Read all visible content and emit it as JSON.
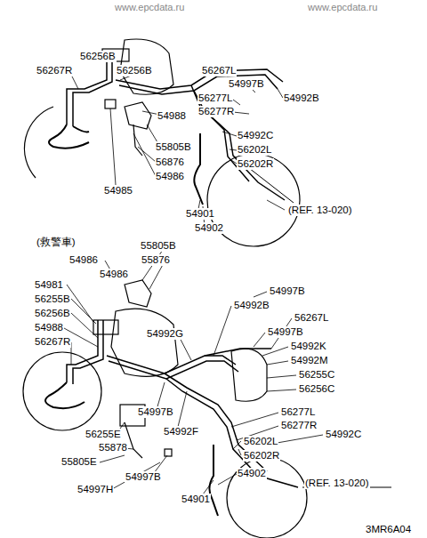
{
  "diagram": {
    "labels": [
      "www.epcdata.ru",
      "www.epcdata.ru",
      "56256B",
      "56267R",
      "56256B",
      "56267L",
      "54997B",
      "56277L",
      "54992B",
      "56277R",
      "54988",
      "54992C",
      "55805B",
      "56202L",
      "56876",
      "56202R",
      "54986",
      "54985",
      "(REF. 13-020)",
      "54901",
      "54902",
      "(救警車)",
      "55805B",
      "54986",
      "55876",
      "54986",
      "54981",
      "54997B",
      "56255B",
      "54992B",
      "56256B",
      "56267L",
      "54988",
      "54992G",
      "54997B",
      "56267R",
      "54992K",
      "54992M",
      "56255C",
      "56256C",
      "54997B",
      "56277L",
      "56277R",
      "54992F",
      "56255E",
      "54992C",
      "56202L",
      "55878",
      "56202R",
      "55805E",
      "54902",
      "54997B",
      "(REF. 13-020)",
      "54997H",
      "54901",
      "3MR6A04"
    ]
  }
}
